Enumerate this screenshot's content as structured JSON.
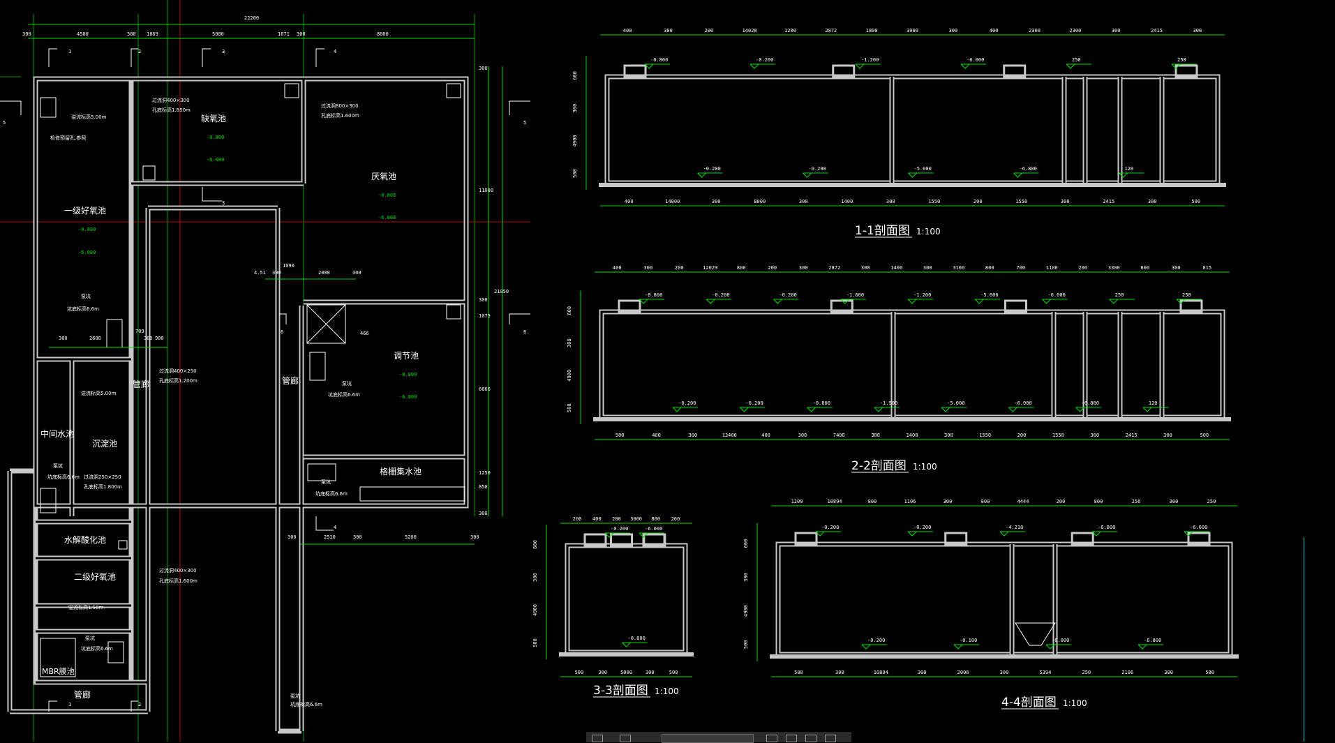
{
  "plan": {
    "rooms": [
      {
        "label": "缺氧池",
        "elev_top": "-0.800",
        "elev_bot": "-6.000"
      },
      {
        "label": "厌氧池",
        "elev_top": "-0.800",
        "elev_bot": "-6.000"
      },
      {
        "label": "一级好氧池",
        "elev_top": "-0.800",
        "elev_bot": "-6.000"
      },
      {
        "label": "调节池",
        "elev_top": "-0.800",
        "elev_bot": "-6.000"
      },
      {
        "label": "中间水池"
      },
      {
        "label": "沉淀池"
      },
      {
        "label": "格栅集水池"
      },
      {
        "label": "水解酸化池"
      },
      {
        "label": "二级好氧池"
      },
      {
        "label": "MBR膜池"
      },
      {
        "label": "管廊"
      },
      {
        "label": "管廊"
      },
      {
        "label": "管廊"
      }
    ],
    "notes": [
      "过流洞400×300",
      "孔底标高1.850m",
      "过流洞800×300",
      "孔底标高1.600m",
      "溢流标高5.00m",
      "检修预留孔,参照",
      "泵坑",
      "坑底标高6.6m",
      "过流洞400×250",
      "孔底标高1.200m",
      "过流洞250×250",
      "孔底标高1.800m",
      "泵坑",
      "坑底标高6.6m",
      "过流洞400×300",
      "孔底标高1.600m",
      "溢流标高1.50m",
      "泵坑",
      "坑底标高6.6m",
      "泵坑",
      "坑底标高6.6m",
      "泵坑",
      "坑底标高6.6m",
      "溢流标高5.00m",
      "泵坑",
      "坑底标高6.6m"
    ],
    "axis_marks": [
      "1",
      "2",
      "3",
      "4",
      "5",
      "5",
      "6",
      "6",
      "3",
      "4",
      "1",
      "2"
    ],
    "top_dims": [
      "22200",
      "300",
      "4500",
      "300",
      "1869",
      "5000",
      "1671",
      "300",
      "8000"
    ],
    "right_dims": [
      "300",
      "11000",
      "300",
      "1075",
      "6666",
      "1250",
      "850",
      "300",
      "21950"
    ],
    "mid_dims": [
      "4.51",
      "1090",
      "300",
      "2000",
      "300",
      "466",
      "2600",
      "300",
      "900",
      "300",
      "709",
      "300",
      "2510",
      "300",
      "5200",
      "300"
    ]
  },
  "sections": [
    {
      "title": "1-1剖面图",
      "scale": "1:100",
      "top_dims": [
        "400",
        "300",
        "200",
        "14028",
        "1200",
        "2872",
        "1800",
        "3900",
        "300",
        "400",
        "2300",
        "2300",
        "300",
        "2415",
        "300"
      ],
      "bottom_dims": [
        "400",
        "14000",
        "300",
        "8000",
        "300",
        "1400",
        "300",
        "1550",
        "200",
        "1550",
        "300",
        "2415",
        "300",
        "500"
      ],
      "side_dims": [
        "600",
        "300",
        "4900",
        "500"
      ],
      "elevations": [
        "-0.800",
        "-0.200",
        "-0.200",
        "-0.200",
        "-1.200",
        "-5.000",
        "-6.000",
        "-6.800",
        "250",
        "120",
        "250"
      ]
    },
    {
      "title": "2-2剖面图",
      "scale": "1:100",
      "top_dims": [
        "400",
        "300",
        "200",
        "12029",
        "800",
        "200",
        "300",
        "2872",
        "300",
        "1400",
        "300",
        "3100",
        "800",
        "700",
        "1100",
        "200",
        "3300",
        "800",
        "300",
        "815"
      ],
      "bottom_dims": [
        "500",
        "400",
        "300",
        "13400",
        "400",
        "300",
        "7400",
        "300",
        "1400",
        "300",
        "1550",
        "200",
        "1550",
        "300",
        "2415",
        "300",
        "500"
      ],
      "side_dims": [
        "600",
        "300",
        "4900",
        "500"
      ],
      "elevations": [
        "-0.800",
        "-0.200",
        "-0.200",
        "-0.200",
        "-0.200",
        "-0.800",
        "-1.600",
        "-1.500",
        "-1.200",
        "-5.000",
        "-5.000",
        "-6.000",
        "-6.000",
        "-6.800",
        "250",
        "120",
        "250"
      ]
    },
    {
      "title": "3-3剖面图",
      "scale": "1:100",
      "top_dims": [
        "200",
        "400",
        "200",
        "3000",
        "800",
        "200"
      ],
      "bottom_dims": [
        "500",
        "300",
        "5000",
        "300",
        "500"
      ],
      "side_dims": [
        "600",
        "300",
        "4900",
        "500"
      ],
      "elevations": [
        "-0.200",
        "-0.800",
        "-6.000"
      ]
    },
    {
      "title": "4-4剖面图",
      "scale": "1:100",
      "top_dims": [
        "1200",
        "10894",
        "800",
        "1106",
        "300",
        "800",
        "4444",
        "200",
        "800",
        "256",
        "300",
        "250"
      ],
      "bottom_dims": [
        "500",
        "300",
        "10894",
        "300",
        "2006",
        "300",
        "5394",
        "250",
        "2106",
        "300",
        "500"
      ],
      "side_dims": [
        "600",
        "300",
        "4900",
        "500"
      ],
      "elevations": [
        "-0.200",
        "-0.200",
        "-0.200",
        "-0.100",
        "-4.210",
        "-6.000",
        "-6.000",
        "-6.800",
        "-6.600"
      ]
    }
  ],
  "colors": {
    "wall": "#c8c8c8",
    "dimension": "#00e000",
    "grid_red": "#c00000",
    "grid_green": "#00a000",
    "text": "#ffffff",
    "background": "#000000"
  },
  "ui": {
    "statusbar_icons": [
      "draw-icon",
      "layer-icon",
      "pen-icon",
      "arrow-icon",
      "box-icon",
      "print-icon"
    ]
  }
}
